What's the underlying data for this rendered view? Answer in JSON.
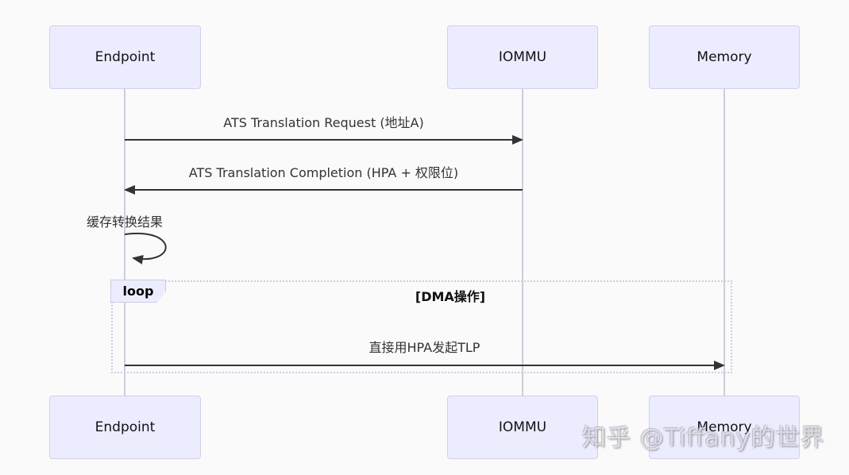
{
  "diagram": {
    "title_semantic": "ATS translation sequence diagram",
    "actors": [
      {
        "name": "Endpoint"
      },
      {
        "name": "IOMMU"
      },
      {
        "name": "Memory"
      }
    ],
    "messages": [
      {
        "from": "Endpoint",
        "to": "IOMMU",
        "text": "ATS Translation Request (地址A)"
      },
      {
        "from": "IOMMU",
        "to": "Endpoint",
        "text": "ATS Translation Completion (HPA + 权限位)"
      },
      {
        "from": "Endpoint",
        "to": "Endpoint",
        "text": "缓存转换结果"
      },
      {
        "from": "Endpoint",
        "to": "Memory",
        "text": "直接用HPA发起TLP"
      }
    ],
    "loop": {
      "label": "loop",
      "condition": "[DMA操作]"
    },
    "watermark": "知乎 @Tiffany的世界",
    "colors": {
      "background": "#fafafa",
      "actor_fill": "#ECECFF",
      "actor_border": "#d3cfe8",
      "lifeline": "#cfccdf",
      "arrow": "#333333",
      "loop_border": "#cfcae6",
      "text": "#333333"
    }
  }
}
